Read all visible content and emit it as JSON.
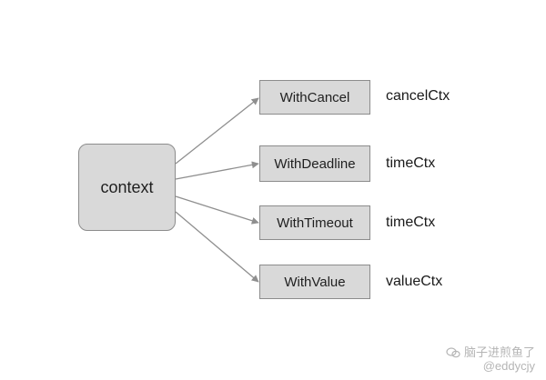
{
  "diagram": {
    "root": {
      "label": "context"
    },
    "functions": [
      {
        "label": "WithCancel",
        "ctx": "cancelCtx"
      },
      {
        "label": "WithDeadline",
        "ctx": "timeCtx"
      },
      {
        "label": "WithTimeout",
        "ctx": "timeCtx"
      },
      {
        "label": "WithValue",
        "ctx": "valueCtx"
      }
    ]
  },
  "watermark": {
    "line1": "脑子进煎鱼了",
    "line2": "@eddycjy"
  },
  "colors": {
    "node_fill": "#d9d9d9",
    "node_border": "#8c8c8c",
    "edge": "#8f8f8f",
    "watermark": "#b5b5b5"
  }
}
